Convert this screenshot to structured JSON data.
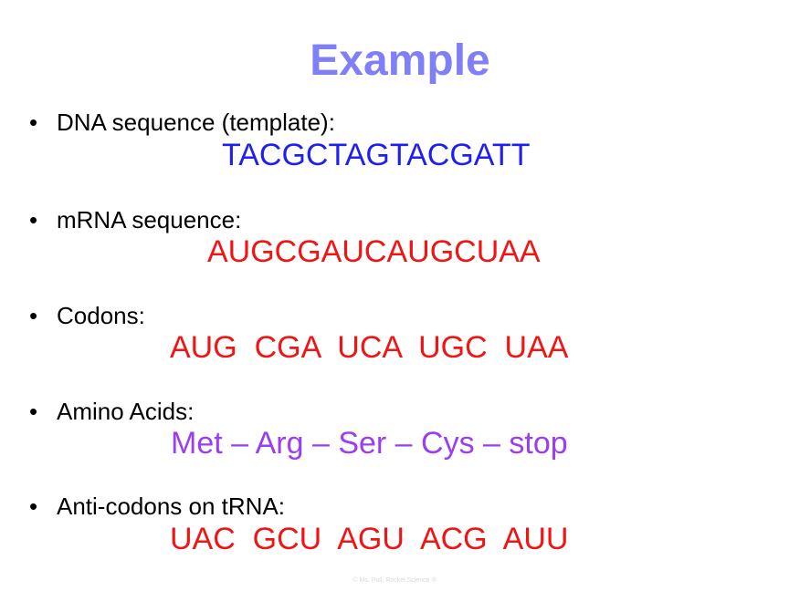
{
  "slide": {
    "title": "Example",
    "items": [
      {
        "label": "DNA sequence (template):",
        "value": "TACGCTAGTACGATT",
        "color": "#1f1ff0"
      },
      {
        "label": "mRNA sequence:",
        "value": "AUGCGAUCAUGCUAA",
        "color": "#f01414"
      },
      {
        "label": "Codons:",
        "value": "AUG  CGA  UCA  UGC  UAA",
        "color": "#f01414"
      },
      {
        "label": "Amino Acids:",
        "value": "Met – Arg – Ser – Cys – stop",
        "color": "#9b3df0"
      },
      {
        "label": "Anti-codons on tRNA:",
        "value": "UAC  GCU  AGU  ACG  AUU",
        "color": "#f01414"
      }
    ],
    "bullet_glyph": "•",
    "footer": "© Ms. Poll, Rockel Science ®"
  }
}
